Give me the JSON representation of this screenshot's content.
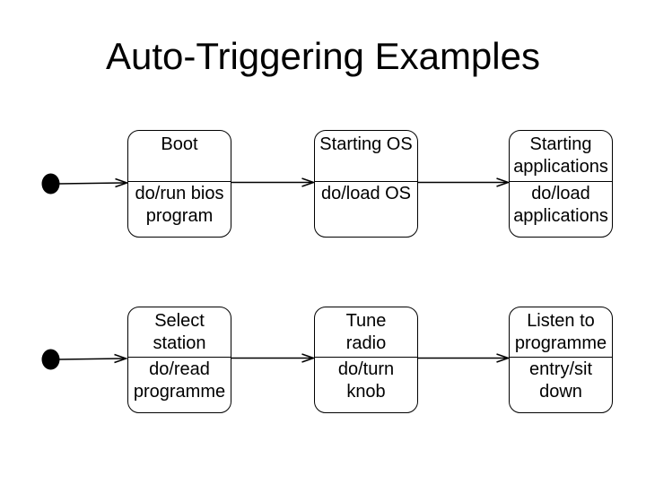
{
  "slide": {
    "title": "Auto-Triggering Examples"
  },
  "colors": {
    "background": "#ffffff",
    "line": "#000000",
    "text": "#000000"
  },
  "diagram": {
    "type": "uml-state-diagram",
    "rows": [
      {
        "states": [
          {
            "name_lines": [
              "Boot"
            ],
            "activity_lines": [
              "do/run bios",
              "program"
            ]
          },
          {
            "name_lines": [
              "Starting OS"
            ],
            "activity_lines": [
              "do/load OS"
            ]
          },
          {
            "name_lines": [
              "Starting",
              "applications"
            ],
            "activity_lines": [
              "do/load",
              "applications"
            ]
          }
        ]
      },
      {
        "states": [
          {
            "name_lines": [
              "Select",
              "station"
            ],
            "activity_lines": [
              "do/read",
              "programme"
            ]
          },
          {
            "name_lines": [
              "Tune",
              "radio"
            ],
            "activity_lines": [
              "do/turn",
              "knob"
            ]
          },
          {
            "name_lines": [
              "Listen to",
              "programme"
            ],
            "activity_lines": [
              "entry/sit",
              "down"
            ]
          }
        ]
      }
    ]
  }
}
